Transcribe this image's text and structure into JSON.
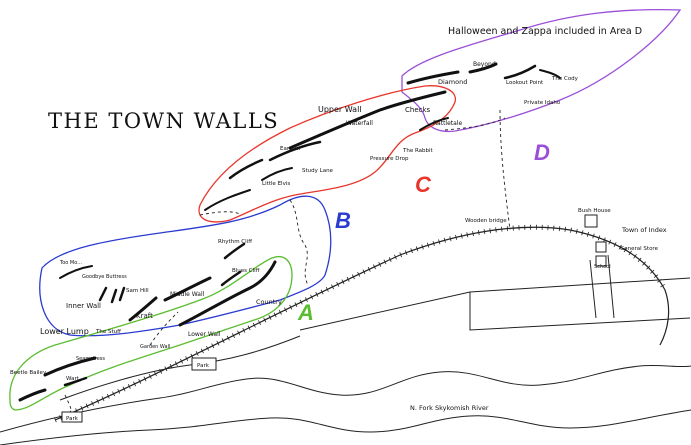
{
  "title": "THE TOWN WALLS",
  "note": "Halloween and Zappa included in Area D",
  "areas": [
    {
      "id": "A",
      "label": "A",
      "color": "#5bbd2f"
    },
    {
      "id": "B",
      "label": "B",
      "color": "#2a3bd0"
    },
    {
      "id": "C",
      "label": "C",
      "color": "#e8352b"
    },
    {
      "id": "D",
      "label": "D",
      "color": "#9b4fd8"
    }
  ],
  "labels": {
    "upper_wall": "Upper Wall",
    "waterfall": "Waterfall",
    "checks": "Checks",
    "diamond": "Diamond",
    "beyond": "Beyond",
    "lookout_point": "Lookout Point",
    "the_cody": "The Cody",
    "private_idaho": "Private Idaho",
    "rattletale": "Rattletale",
    "pressure_drop": "Pressure Drop",
    "the_rabbit": "The Rabbit",
    "earwax": "Earwax",
    "study_lane": "Study Lane",
    "little_elvis": "Little Elvis",
    "rhythm_cliff": "Rhythm Cliff",
    "blues_cliff": "Blues Cliff",
    "too_mo": "Too Mo...",
    "goodbye_buttress": "Goodbye Buttress",
    "sam_hill": "Sam Hill",
    "inner_wall": "Inner Wall",
    "middle_wall": "Middle Wall",
    "kraft": "Kraft",
    "country": "Country",
    "lower_lump": "Lower Lump",
    "the_stuff": "The Stuff",
    "lower_wall": "Lower Wall",
    "garden_wall": "Garden Wall",
    "seamstress": "Seamstress",
    "beetle_bailey": "Beetle Bailey",
    "wart": "Wart",
    "park1": "Park",
    "park2": "Park",
    "wooden_bridge": "Wooden bridge",
    "bush_house": "Bush House",
    "town_of_index": "Town of Index",
    "general_store": "General Store",
    "school": "School",
    "river": "N. Fork Skykomish River"
  }
}
